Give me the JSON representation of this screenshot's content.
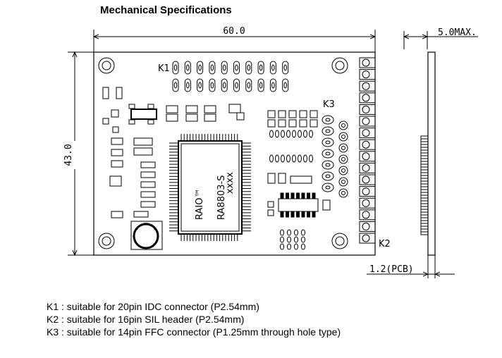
{
  "title": "Mechanical Specifications",
  "dimensions": {
    "width": "60.0",
    "height": "43.0",
    "max_thickness": "5.0MAX.",
    "pcb_thickness": "1.2(PCB)"
  },
  "connector_labels": {
    "k1": "K1",
    "k2": "K2",
    "k3": "K3"
  },
  "chip": {
    "brand": "RAIO™",
    "model": "RA8803-S",
    "code": "xxxx"
  },
  "notes": [
    "K1 : suitable for 20pin IDC connector (P2.54mm)",
    "K2 : suitable for 16pin SIL header (P2.54mm)",
    "K3 : suitable for 14pin FFC connector (P1.25mm through hole type)"
  ]
}
